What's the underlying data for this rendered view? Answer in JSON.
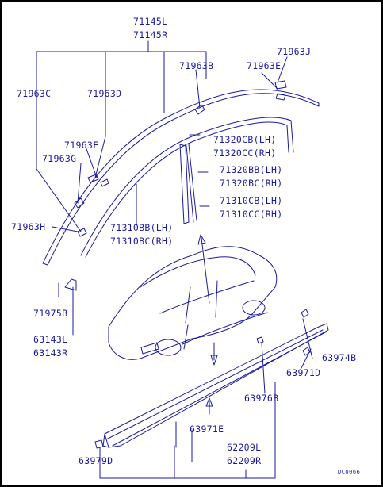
{
  "colors": {
    "ink": "#1a1aa0",
    "background": "#ffffff",
    "frame": "#000000"
  },
  "labels": {
    "p71145L": "71145L",
    "p71145R": "71145R",
    "p71963J": "71963J",
    "p71963B": "71963B",
    "p71963E": "71963E",
    "p71963C": "71963C",
    "p71963D": "71963D",
    "p71320CB": "71320CB(LH)",
    "p71320CC": "71320CC(RH)",
    "p71963F": "71963F",
    "p71963G": "71963G",
    "p71320BB": "71320BB(LH)",
    "p71320BC": "71320BC(RH)",
    "p71310CB": "71310CB(LH)",
    "p71310CC": "71310CC(RH)",
    "p71963H": "71963H",
    "p71310BB": "71310BB(LH)",
    "p71310BC": "71310BC(RH)",
    "p71975B": "71975B",
    "p63143L": "63143L",
    "p63143R": "63143R",
    "p63974B": "63974B",
    "p63971D": "63971D",
    "p63976B": "63976B",
    "p63971E": "63971E",
    "p62209L": "62209L",
    "p62209R": "62209R",
    "p63979D": "63979D",
    "code": "DC0066"
  }
}
